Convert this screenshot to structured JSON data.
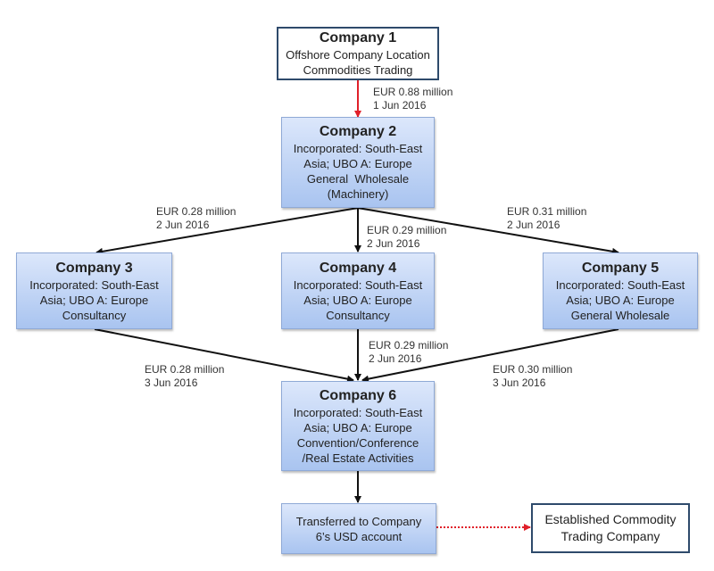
{
  "nodes": {
    "c1": {
      "title": "Company 1",
      "lines": [
        "Offshore Company Location",
        "Commodities Trading"
      ]
    },
    "c2": {
      "title": "Company 2",
      "lines": [
        "Incorporated: South-East",
        "Asia; UBO A: Europe",
        "General  Wholesale",
        "(Machinery)"
      ]
    },
    "c3": {
      "title": "Company 3",
      "lines": [
        "Incorporated: South-East",
        "Asia; UBO A: Europe",
        "Consultancy"
      ]
    },
    "c4": {
      "title": "Company 4",
      "lines": [
        "Incorporated: South-East",
        "Asia; UBO A: Europe",
        "Consultancy"
      ]
    },
    "c5": {
      "title": "Company 5",
      "lines": [
        "Incorporated: South-East",
        "Asia; UBO A: Europe",
        "General Wholesale"
      ]
    },
    "c6": {
      "title": "Company 6",
      "lines": [
        "Incorporated: South-East",
        "Asia; UBO A: Europe",
        "Convention/Conference",
        "/Real Estate Activities"
      ]
    },
    "usd": {
      "lines": [
        "Transferred to Company",
        "6’s USD account"
      ]
    },
    "est": {
      "lines": [
        "Established Commodity",
        "Trading Company"
      ]
    }
  },
  "edges": {
    "c1_c2": {
      "amount": "EUR 0.88 million",
      "date": "1 Jun 2016"
    },
    "c2_c3": {
      "amount": "EUR 0.28 million",
      "date": "2 Jun 2016"
    },
    "c2_c4": {
      "amount": "EUR 0.29 million",
      "date": "2 Jun 2016"
    },
    "c2_c5": {
      "amount": "EUR 0.31 million",
      "date": "2 Jun 2016"
    },
    "c3_c6": {
      "amount": "EUR 0.28 million",
      "date": "3 Jun 2016"
    },
    "c4_c6": {
      "amount": "EUR 0.29 million",
      "date": "2 Jun 2016"
    },
    "c5_c6": {
      "amount": "EUR 0.30 million",
      "date": "3 Jun 2016"
    }
  },
  "colors": {
    "edge": "#111111",
    "highlight": "#e0202a",
    "box_border": "#2e4a6b"
  }
}
